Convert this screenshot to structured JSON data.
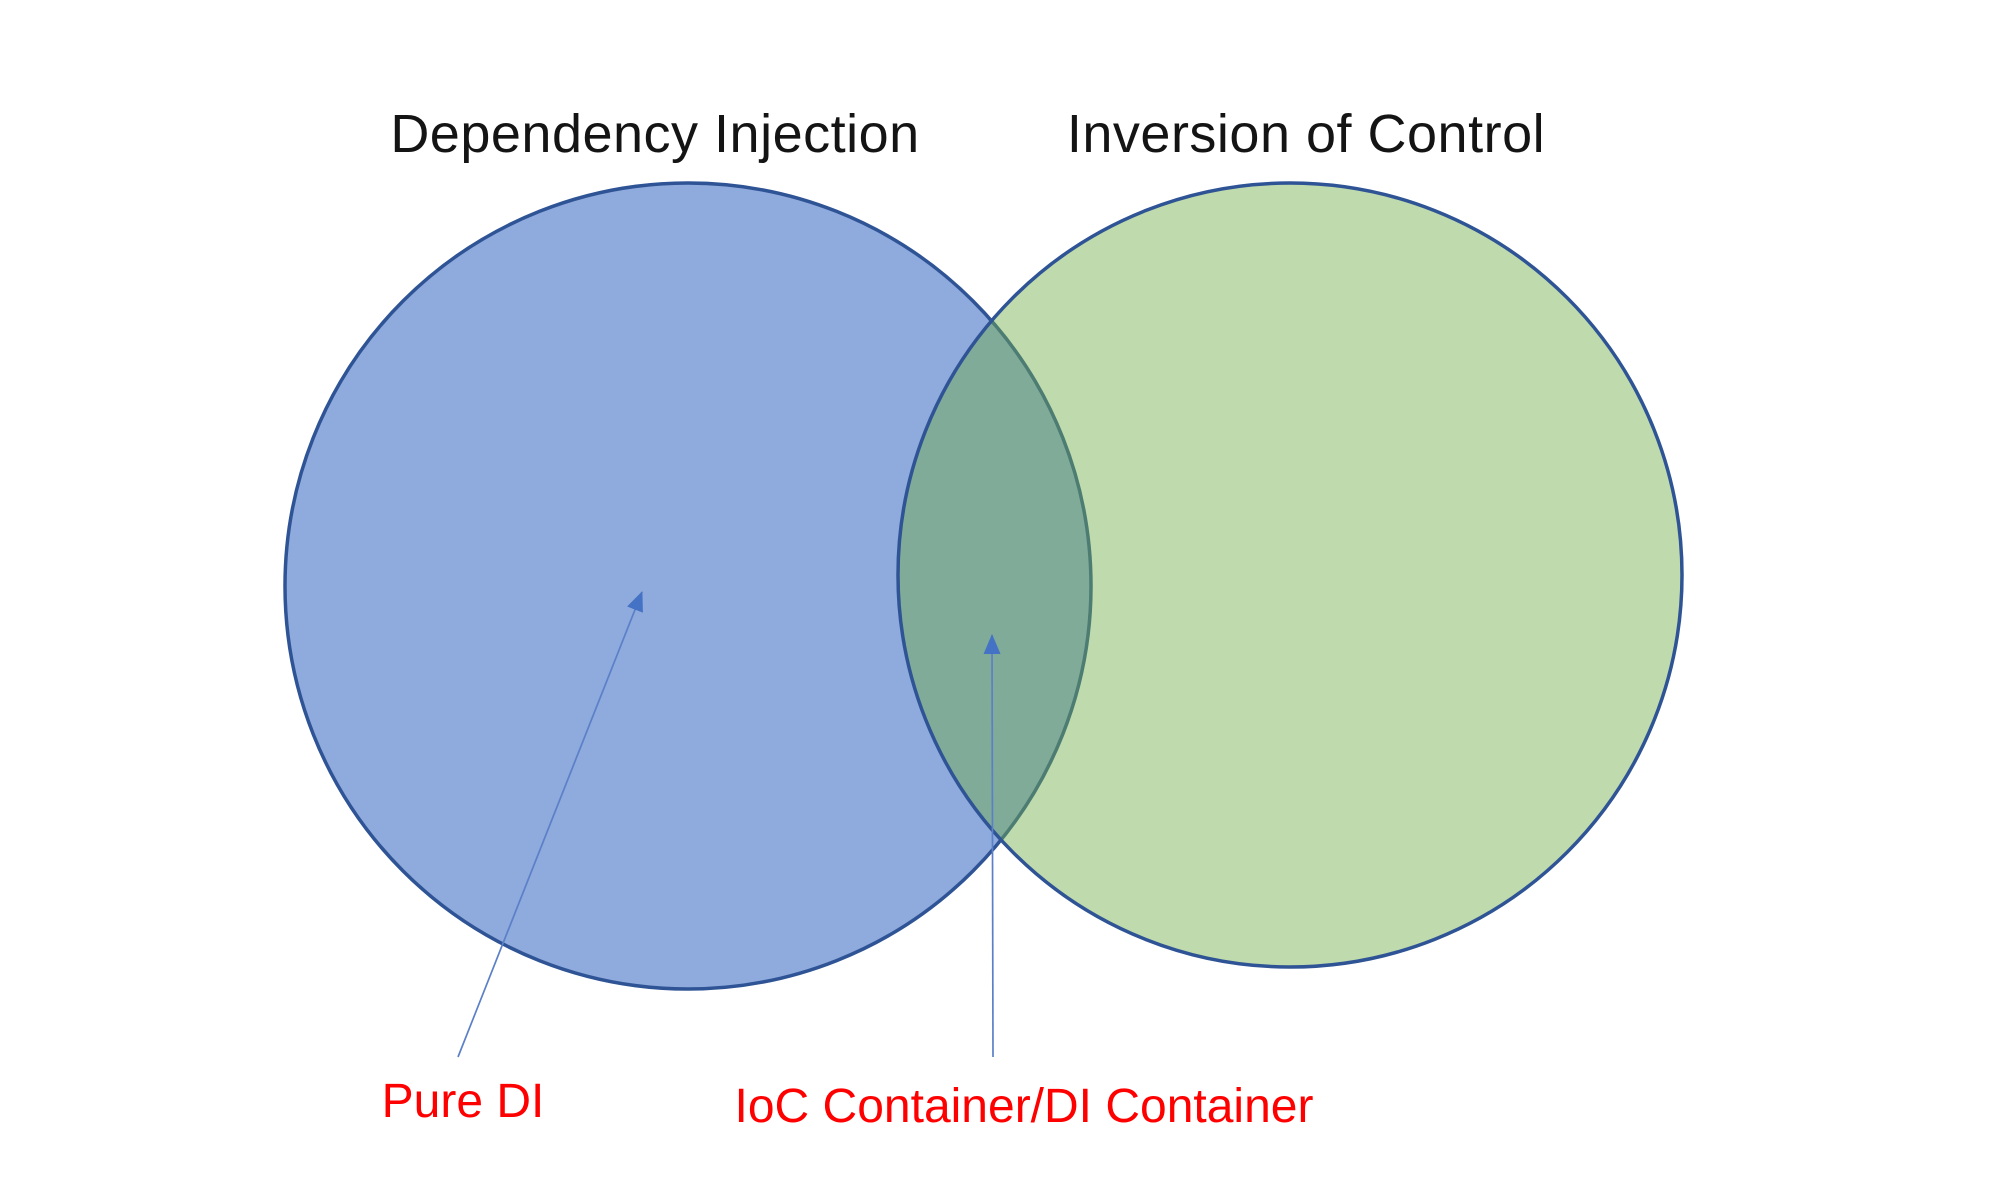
{
  "diagram": {
    "type": "venn",
    "background": "#FFFFFF",
    "sets": [
      {
        "id": "dependency-injection",
        "title": "Dependency Injection"
      },
      {
        "id": "inversion-of-control",
        "title": "Inversion of Control"
      }
    ],
    "overlap": {
      "id": "ioc-di-overlap",
      "description": "intersection of Dependency Injection and Inversion of Control"
    },
    "annotations": [
      {
        "label": "Pure DI",
        "points_to": "dependency-injection"
      },
      {
        "label": "IoC Container/DI Container",
        "points_to": "ioc-di-overlap"
      }
    ]
  },
  "colors": {
    "di_fill": "rgba(68, 114, 196, 0.60)",
    "ioc_fill": "rgba(112, 173, 71, 0.45)",
    "circle_stroke": "#2F5496",
    "arrow": "#4472C4",
    "arrow_line": "#5B80C8",
    "annotation_text": "#FF0000",
    "title_text": "#141414"
  }
}
